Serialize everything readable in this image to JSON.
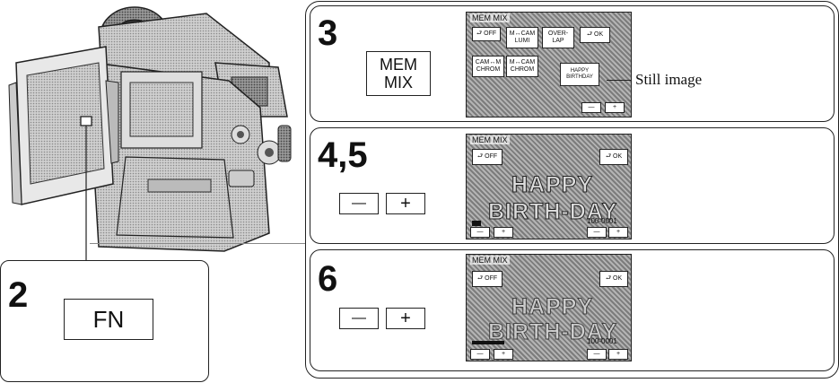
{
  "step2": {
    "number": "2",
    "button_label": "FN"
  },
  "step3": {
    "number": "3",
    "button_line1": "MEM",
    "button_line2": "MIX",
    "callout": "Still image",
    "screen": {
      "title": "MEM MIX",
      "buttons": {
        "off": "⮐ OFF",
        "mcam_lumi_1": "M↔CAM",
        "mcam_lumi_2": "LUMI",
        "overlap_1": "OVER-",
        "overlap_2": "LAP",
        "ok": "⮐ OK",
        "camm_chrom_1": "CAM↔M",
        "camm_chrom_2": "CHROM",
        "mcam_chrom_1": "M↔CAM",
        "mcam_chrom_2": "CHROM",
        "still_1": "HAPPY",
        "still_2": "BIRTHDAY",
        "minus": "—",
        "plus": "+"
      }
    }
  },
  "step45": {
    "number": "4,5",
    "minus_label": "—",
    "plus_label": "+",
    "screen": {
      "title": "MEM MIX",
      "off": "⮐ OFF",
      "ok": "⮐ OK",
      "text1": "HAPPY",
      "text2": "BIRTH-DAY",
      "counter": "100-0001",
      "minus": "—",
      "plus": "+"
    }
  },
  "step6": {
    "number": "6",
    "minus_label": "—",
    "plus_label": "+",
    "screen": {
      "title": "MEM MIX",
      "off": "⮐ OFF",
      "ok": "⮐ OK",
      "text1": "HAPPY",
      "text2": "BIRTH-DAY",
      "counter": "100-0001",
      "minus": "—",
      "plus": "+"
    }
  }
}
